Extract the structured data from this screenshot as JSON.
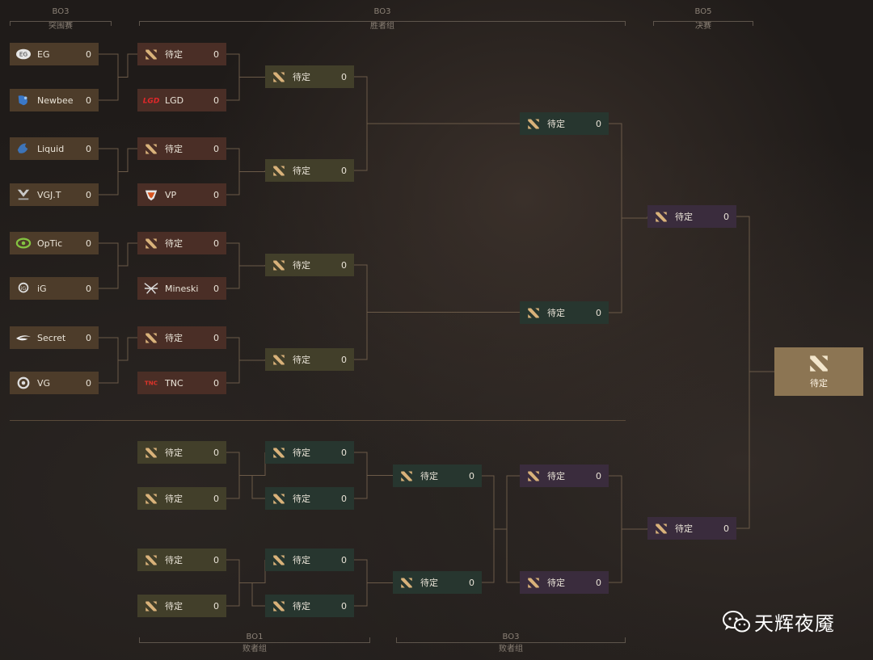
{
  "headers": {
    "qualifier": {
      "bo": "BO3",
      "name": "突围赛"
    },
    "upper": {
      "bo": "BO3",
      "name": "胜者组"
    },
    "final": {
      "bo": "BO5",
      "name": "决赛"
    },
    "lower_r1": {
      "bo": "BO1",
      "name": "败者组"
    },
    "lower_r2": {
      "bo": "BO3",
      "name": "败者组"
    }
  },
  "qualifier_slots": [
    {
      "team": "EG",
      "score": "0",
      "logo": "eg-logo-icon"
    },
    {
      "team": "Newbee",
      "score": "0",
      "logo": "newbee-logo-icon"
    },
    {
      "team": "Liquid",
      "score": "0",
      "logo": "liquid-logo-icon"
    },
    {
      "team": "VGJ.T",
      "score": "0",
      "logo": "vgjt-logo-icon"
    },
    {
      "team": "OpTic",
      "score": "0",
      "logo": "optic-logo-icon"
    },
    {
      "team": "iG",
      "score": "0",
      "logo": "ig-logo-icon"
    },
    {
      "team": "Secret",
      "score": "0",
      "logo": "secret-logo-icon"
    },
    {
      "team": "VG",
      "score": "0",
      "logo": "vg-logo-icon"
    }
  ],
  "upper_r1_slots": [
    {
      "team": "待定",
      "score": "0",
      "logo": "dota-logo-icon"
    },
    {
      "team": "LGD",
      "score": "0",
      "logo": "lgd-logo-icon"
    },
    {
      "team": "待定",
      "score": "0",
      "logo": "dota-logo-icon"
    },
    {
      "team": "VP",
      "score": "0",
      "logo": "vp-logo-icon"
    },
    {
      "team": "待定",
      "score": "0",
      "logo": "dota-logo-icon"
    },
    {
      "team": "Mineski",
      "score": "0",
      "logo": "mineski-logo-icon"
    },
    {
      "team": "待定",
      "score": "0",
      "logo": "dota-logo-icon"
    },
    {
      "team": "TNC",
      "score": "0",
      "logo": "tnc-logo-icon"
    }
  ],
  "upper_r2_slots": [
    {
      "team": "待定",
      "score": "0"
    },
    {
      "team": "待定",
      "score": "0"
    },
    {
      "team": "待定",
      "score": "0"
    },
    {
      "team": "待定",
      "score": "0"
    }
  ],
  "upper_r3_slots": [
    {
      "team": "待定",
      "score": "0"
    },
    {
      "team": "待定",
      "score": "0"
    }
  ],
  "final_slots": [
    {
      "team": "待定",
      "score": "0"
    },
    {
      "team": "待定",
      "score": "0"
    }
  ],
  "lower_r1_slots": [
    {
      "team": "待定",
      "score": "0"
    },
    {
      "team": "待定",
      "score": "0"
    },
    {
      "team": "待定",
      "score": "0"
    },
    {
      "team": "待定",
      "score": "0"
    }
  ],
  "lower_r2_slots": [
    {
      "team": "待定",
      "score": "0"
    },
    {
      "team": "待定",
      "score": "0"
    },
    {
      "team": "待定",
      "score": "0"
    },
    {
      "team": "待定",
      "score": "0"
    }
  ],
  "lower_r3_slots": [
    {
      "team": "待定",
      "score": "0"
    },
    {
      "team": "待定",
      "score": "0"
    }
  ],
  "lower_r4_slots": [
    {
      "team": "待定",
      "score": "0"
    },
    {
      "team": "待定",
      "score": "0"
    }
  ],
  "champion": {
    "team": "待定"
  },
  "watermark": {
    "text": "天辉夜魇"
  },
  "colors": {
    "background": "#1f1b19",
    "qualifier": "#4d3c2a",
    "upper_r1": "#4a2e26",
    "olive": "#423f2a",
    "teal": "#27362f",
    "purple": "#3a2c3d",
    "champion": "#8c7553",
    "connector": "#6b5a48"
  }
}
